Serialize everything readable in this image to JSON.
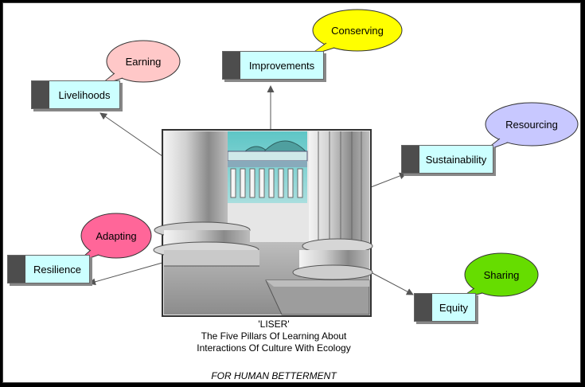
{
  "diagram": {
    "center_caption": {
      "line1": "'LISER'",
      "line2": "The Five Pillars Of Learning About",
      "line3": "Interactions Of Culture With Ecology"
    },
    "footer": "FOR HUMAN BETTERMENT",
    "nodes": [
      {
        "label": "Livelihoods",
        "bubble": "Earning",
        "bubble_color": "#ffc8c8"
      },
      {
        "label": "Improvements",
        "bubble": "Conserving",
        "bubble_color": "#ffff00"
      },
      {
        "label": "Sustainability",
        "bubble": "Resourcing",
        "bubble_color": "#c8c8ff"
      },
      {
        "label": "Resilience",
        "bubble": "Adapting",
        "bubble_color": "#ff6699"
      },
      {
        "label": "Equity",
        "bubble": "Sharing",
        "bubble_color": "#66dd00"
      }
    ],
    "colors": {
      "node_fill": "#ccffff",
      "node_tab": "#4d4d4d",
      "frame": "#000000"
    }
  }
}
